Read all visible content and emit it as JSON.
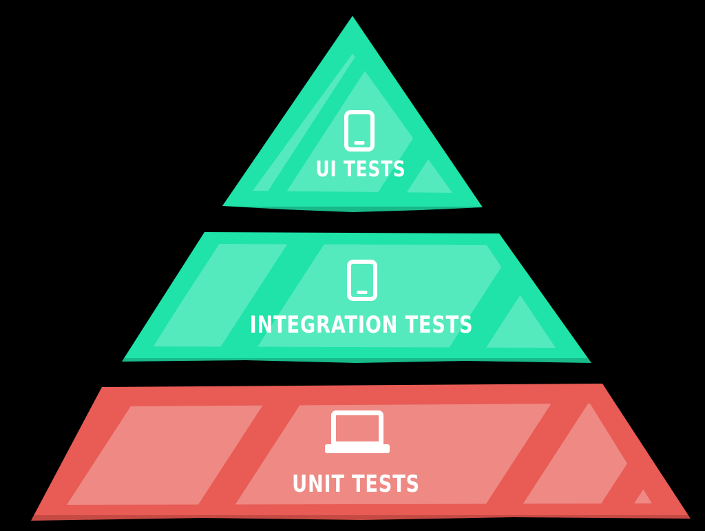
{
  "diagram": {
    "name": "testing-pyramid",
    "background_color": "#000000",
    "text_color": "#ffffff",
    "layers": [
      {
        "id": "ui-tests",
        "label": "UI TESTS",
        "icon": "smartphone-icon",
        "shape": "triangle",
        "base_color": "#1fe3a8",
        "stripe_color": "#55eabd"
      },
      {
        "id": "integration-tests",
        "label": "INTEGRATION TESTS",
        "icon": "smartphone-icon",
        "shape": "trapezoid",
        "base_color": "#1fe3a8",
        "stripe_color": "#55eabd"
      },
      {
        "id": "unit-tests",
        "label": "UNIT TESTS",
        "icon": "laptop-icon",
        "shape": "trapezoid",
        "base_color": "#e85c55",
        "stripe_color": "#ee8a85"
      }
    ]
  }
}
